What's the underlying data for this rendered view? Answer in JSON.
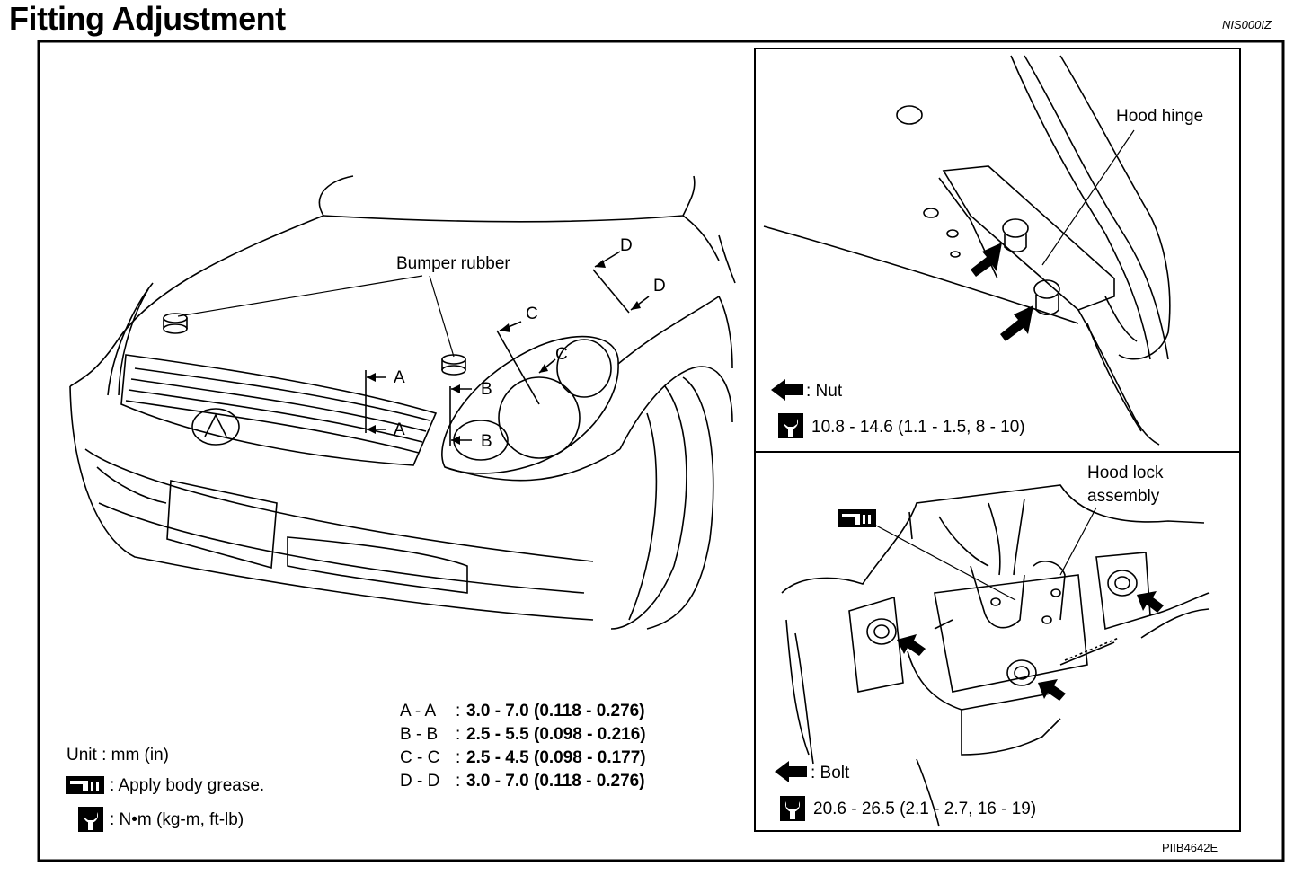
{
  "header": {
    "title": "Fitting Adjustment",
    "section_code": "NIS000IZ"
  },
  "figure_code": "PIIB4642E",
  "main_view": {
    "callouts": {
      "bumper_rubber": "Bumper rubber",
      "A": "A",
      "B": "B",
      "C": "C",
      "D": "D"
    },
    "legend": {
      "unit": "Unit : mm (in)",
      "grease": ": Apply body grease.",
      "torque_unit": ": N•m (kg-m, ft-lb)"
    },
    "clearances": [
      {
        "key": "A - A",
        "sep": ":",
        "value": "3.0 - 7.0 (0.118 - 0.276)"
      },
      {
        "key": "B - B",
        "sep": ":",
        "value": "2.5 - 5.5 (0.098 - 0.216)"
      },
      {
        "key": "C - C",
        "sep": ":",
        "value": "2.5 - 4.5 (0.098 - 0.177)"
      },
      {
        "key": "D - D",
        "sep": ":",
        "value": "3.0 - 7.0 (0.118 - 0.276)"
      }
    ]
  },
  "hinge_view": {
    "label": "Hood hinge",
    "fastener": ": Nut",
    "torque": "10.8 - 14.6 (1.1 - 1.5, 8 - 10)"
  },
  "lock_view": {
    "label_line1": "Hood lock",
    "label_line2": "assembly",
    "fastener": ": Bolt",
    "torque": "20.6 - 26.5 (2.1 - 2.7, 16 - 19)"
  },
  "icons": [
    "torque-wrench-icon",
    "grease-gun-icon",
    "arrow-left-icon"
  ]
}
